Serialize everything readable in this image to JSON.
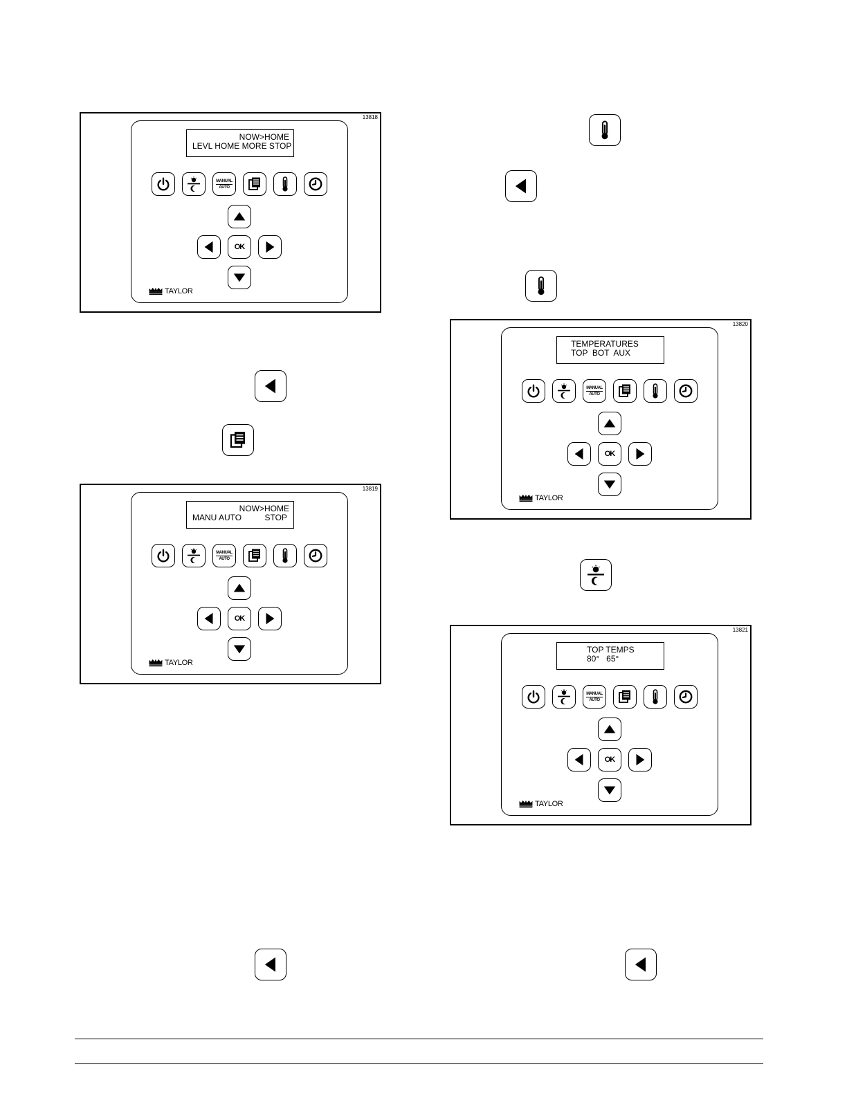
{
  "figures": [
    {
      "id": "13818",
      "lcd_line1": "NOW>HOME",
      "lcd_line2": "LEVL HOME MORE STOP"
    },
    {
      "id": "13819",
      "lcd_line1": "NOW>HOME",
      "lcd_line2": "MANU AUTO          STOP"
    },
    {
      "id": "13820",
      "lcd_line1": "TEMPERATURES",
      "lcd_line2": "TOP  BOT  AUX"
    },
    {
      "id": "13821",
      "lcd_line1": "TOP TEMPS",
      "lcd_line2": "80°   65°"
    }
  ],
  "keypad": {
    "brand": "TAYLOR",
    "manual_label": "MANUAL",
    "auto_label": "AUTO",
    "ok_label": "OK",
    "keys": [
      "power-icon",
      "day-night-icon",
      "manual-auto-icon",
      "menu-icon",
      "thermometer-icon",
      "clock-icon",
      "arrow-up-icon",
      "arrow-left-icon",
      "ok-icon",
      "arrow-right-icon",
      "arrow-down-icon"
    ]
  },
  "inline_keys": [
    "thermometer-icon",
    "arrow-left-icon",
    "thermometer-icon",
    "arrow-left-icon",
    "menu-icon",
    "day-night-icon",
    "arrow-left-icon",
    "arrow-left-icon"
  ]
}
